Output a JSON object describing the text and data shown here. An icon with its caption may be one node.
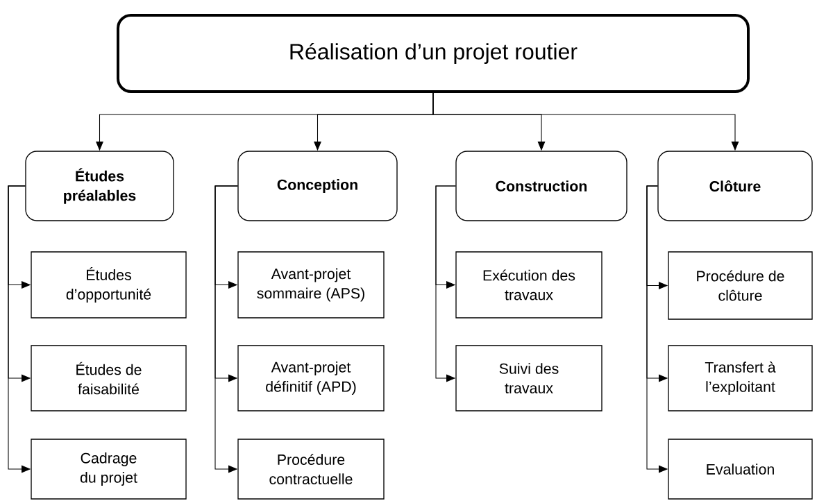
{
  "diagram": {
    "nodes": [
      {
        "text": [
          "Réalisation d’un projet routier"
        ]
      },
      {
        "text": [
          "Études préalables"
        ]
      },
      {
        "text": [
          "Études d’opportunité"
        ]
      },
      {
        "text": [
          "Études de faisabilité"
        ]
      },
      {
        "text": [
          "Cadrage du projet"
        ]
      },
      {
        "text": [
          "Conception"
        ]
      },
      {
        "text": [
          "Avant-projet sommaire (APS)"
        ]
      },
      {
        "text": [
          "Avant-projet définitif (APD)"
        ]
      },
      {
        "text": [
          "Procédure contractuelle"
        ]
      },
      {
        "text": [
          "Construction"
        ]
      },
      {
        "text": [
          "Exécution des travaux"
        ]
      },
      {
        "text": [
          "Suivi des travaux"
        ]
      },
      {
        "text": [
          "Clôture"
        ]
      },
      {
        "text": [
          "Procédure de clôture"
        ]
      },
      {
        "text": [
          "Transfert à l’exploitant"
        ]
      },
      {
        "text": [
          "Evaluation"
        ]
      }
    ],
    "edges": [
      {
        "from": 0,
        "to": 1,
        "arrow": "to"
      },
      {
        "from": 0,
        "to": 5,
        "arrow": "to"
      },
      {
        "from": 0,
        "to": 9,
        "arrow": "to"
      },
      {
        "from": 0,
        "to": 12,
        "arrow": "to"
      },
      {
        "from": 1,
        "to": 2,
        "arrow": "to"
      },
      {
        "from": 1,
        "to": 3,
        "arrow": "to"
      },
      {
        "from": 1,
        "to": 4,
        "arrow": "to"
      },
      {
        "from": 5,
        "to": 6,
        "arrow": "to"
      },
      {
        "from": 5,
        "to": 7,
        "arrow": "to"
      },
      {
        "from": 5,
        "to": 8,
        "arrow": "to"
      },
      {
        "from": 9,
        "to": 10,
        "arrow": "to"
      },
      {
        "from": 9,
        "to": 11,
        "arrow": "to"
      },
      {
        "from": 12,
        "to": 13,
        "arrow": "to"
      },
      {
        "from": 12,
        "to": 14,
        "arrow": "to"
      },
      {
        "from": 12,
        "to": 15,
        "arrow": "to"
      }
    ]
  }
}
